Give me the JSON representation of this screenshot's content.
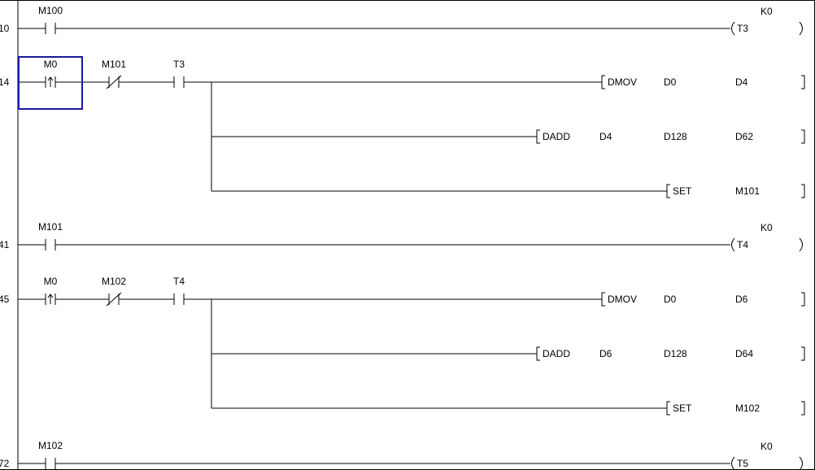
{
  "rungs": [
    {
      "step": "10",
      "contacts": [
        {
          "device": "M100",
          "type": "NO"
        }
      ],
      "coil": {
        "device": "T3",
        "setpoint": "K0"
      }
    },
    {
      "step": "14",
      "contacts": [
        {
          "device": "M0",
          "type": "PLS"
        },
        {
          "device": "M101",
          "type": "NC"
        },
        {
          "device": "T3",
          "type": "NO"
        }
      ],
      "instructions": [
        {
          "op": "DMOV",
          "args": [
            "D0",
            "D4"
          ]
        },
        {
          "op": "DADD",
          "args": [
            "D4",
            "D128",
            "D62"
          ]
        },
        {
          "op": "SET",
          "args": [
            "M101"
          ]
        }
      ]
    },
    {
      "step": "41",
      "contacts": [
        {
          "device": "M101",
          "type": "NO"
        }
      ],
      "coil": {
        "device": "T4",
        "setpoint": "K0"
      }
    },
    {
      "step": "45",
      "contacts": [
        {
          "device": "M0",
          "type": "PLS"
        },
        {
          "device": "M102",
          "type": "NC"
        },
        {
          "device": "T4",
          "type": "NO"
        }
      ],
      "instructions": [
        {
          "op": "DMOV",
          "args": [
            "D0",
            "D6"
          ]
        },
        {
          "op": "DADD",
          "args": [
            "D6",
            "D128",
            "D64"
          ]
        },
        {
          "op": "SET",
          "args": [
            "M102"
          ]
        }
      ]
    },
    {
      "step": "72",
      "contacts": [
        {
          "device": "M102",
          "type": "NO"
        }
      ],
      "coil": {
        "device": "T5",
        "setpoint": "K0"
      }
    }
  ],
  "cursor": {
    "rung": 1,
    "contact": 0,
    "color": "#1a1a9c"
  }
}
